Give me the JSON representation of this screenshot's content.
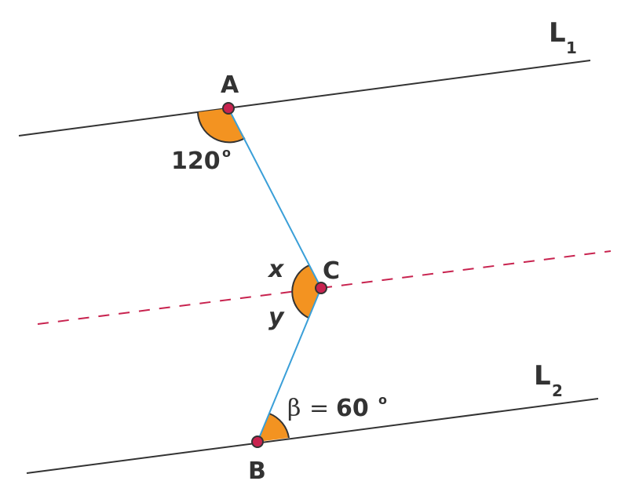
{
  "diagram": {
    "lines": {
      "L1": {
        "label": "L",
        "subscript": "1"
      },
      "L2": {
        "label": "L",
        "subscript": "2"
      }
    },
    "points": {
      "A": {
        "label": "A"
      },
      "B": {
        "label": "B"
      },
      "C": {
        "label": "C"
      }
    },
    "angles": {
      "angle_A": {
        "value": "120",
        "degree": "o"
      },
      "angle_B": {
        "symbol": "β",
        "equals": "=",
        "value": "60",
        "degree": "o"
      },
      "angle_x": {
        "label": "x"
      },
      "angle_y": {
        "label": "y"
      }
    },
    "colors": {
      "parallel_lines": "#333333",
      "transversal": "#3a9fd8",
      "dashed_line": "#c8234f",
      "point_fill": "#c8234f",
      "angle_fill": "#f39321",
      "angle_stroke": "#333333"
    }
  }
}
